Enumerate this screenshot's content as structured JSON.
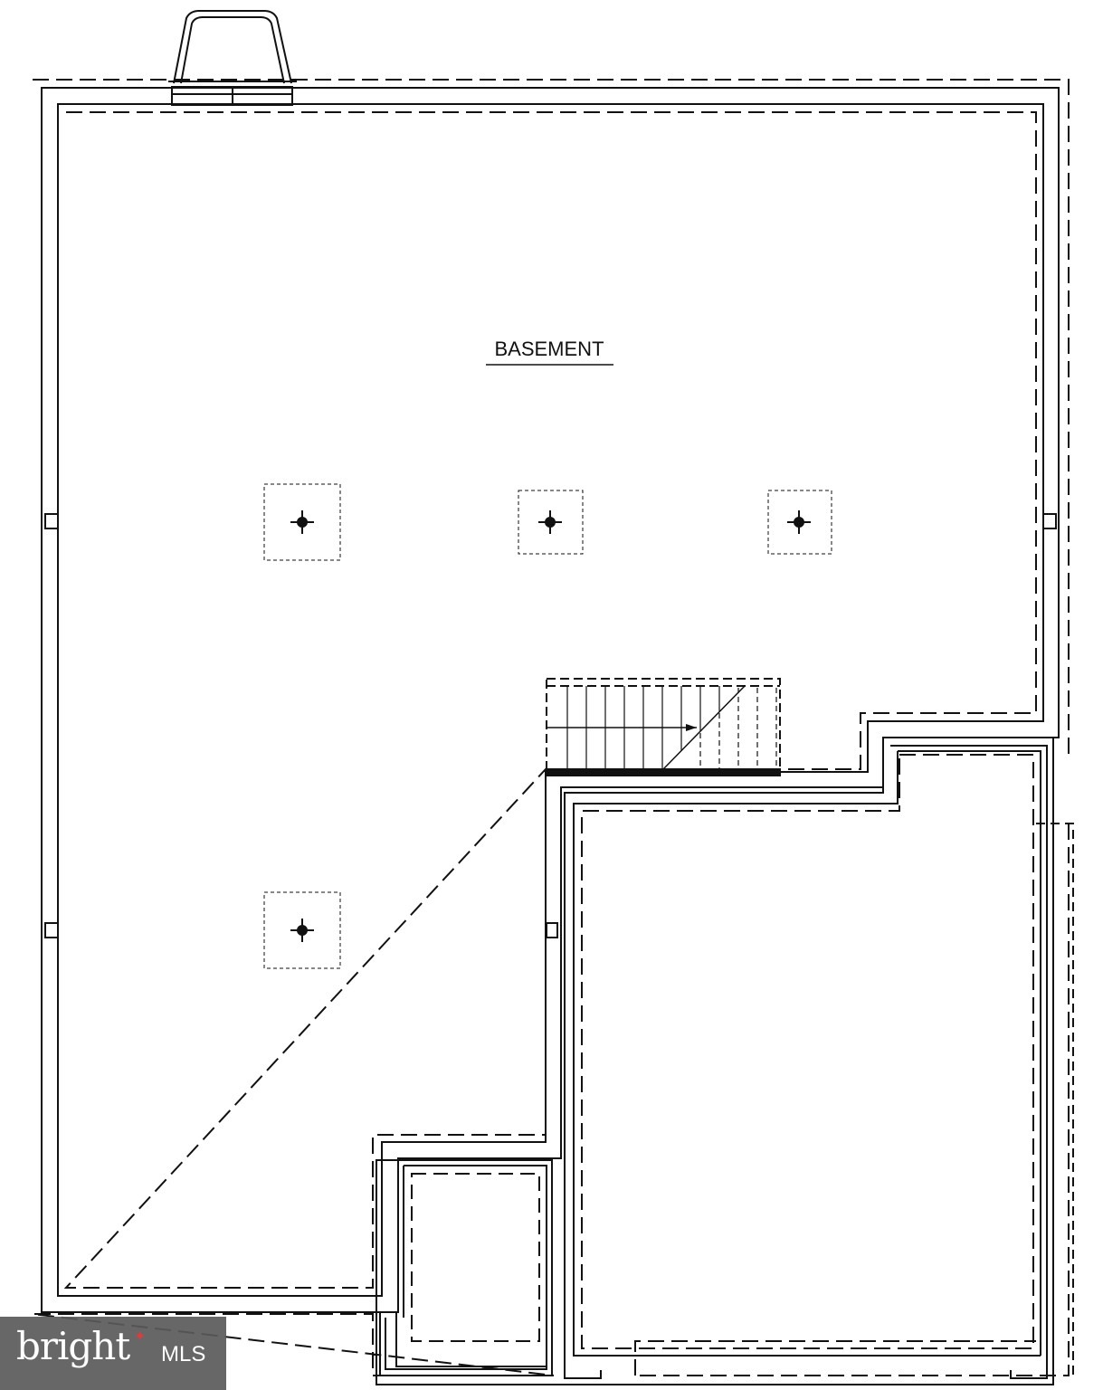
{
  "rooms": [
    {
      "label": "BASEMENT"
    }
  ],
  "watermark": {
    "brand": "bright",
    "suffix": "MLS",
    "accent_color": "#e03a3a",
    "star_icon": "✦"
  },
  "colors": {
    "line": "#111111",
    "background": "#ffffff"
  }
}
